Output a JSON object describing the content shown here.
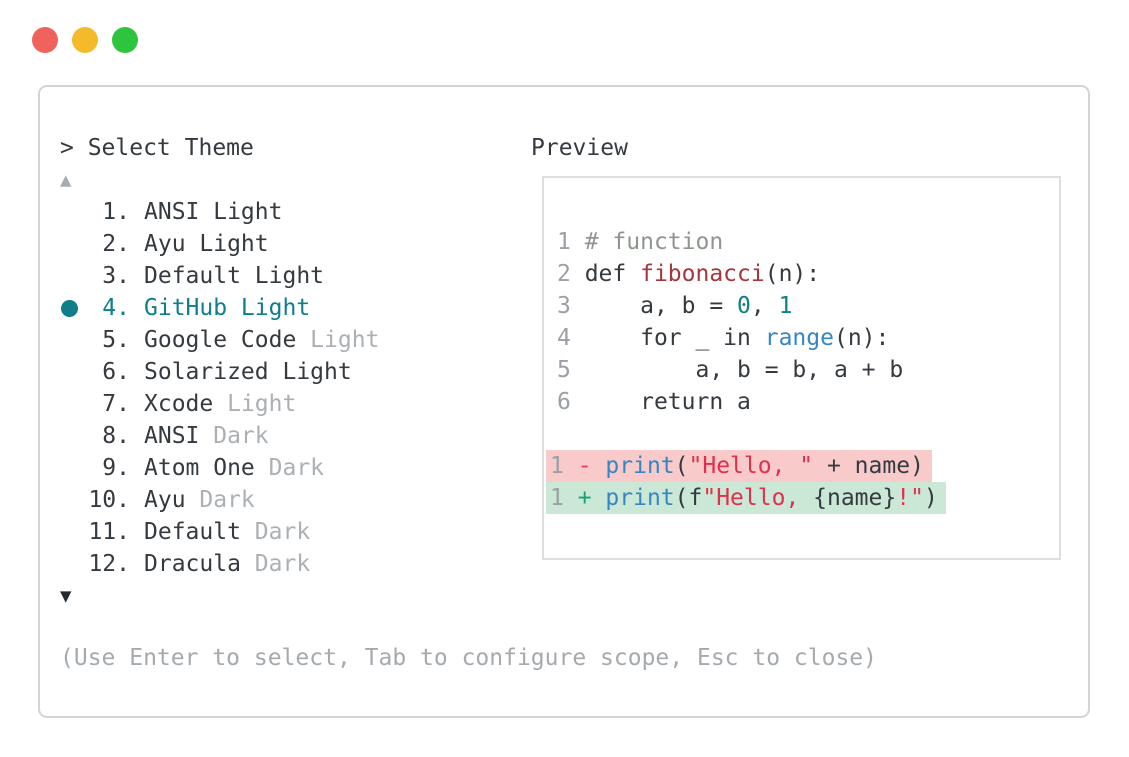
{
  "colors": {
    "text": "#343a40",
    "muted": "#abb0b5",
    "gutter": "#9aa0a6",
    "comment": "#8e968e",
    "func": "#a4373e",
    "number": "#0e7e88",
    "builtin": "#3586c5",
    "string": "#e0304e",
    "accent": "#0e7e88",
    "diff_minus_sign": "#db4150",
    "diff_plus_sign": "#18a077",
    "diff_minus_bg": "#f8caca",
    "diff_plus_bg": "#cbe8d6",
    "traffic_red": "#f0635c",
    "traffic_yellow": "#f4ba2c",
    "traffic_green": "#2dc53e"
  },
  "window": {
    "prompt": "> Select Theme",
    "scroll_up_icon": "▲",
    "scroll_down_icon": "▼",
    "footer_hint": "(Use Enter to select, Tab to configure scope, Esc to close)"
  },
  "theme_list": {
    "items": [
      {
        "number": "1.",
        "primary": "ANSI Light",
        "muted": "",
        "selected": false
      },
      {
        "number": "2.",
        "primary": "Ayu Light",
        "muted": "",
        "selected": false
      },
      {
        "number": "3.",
        "primary": "Default Light",
        "muted": "",
        "selected": false
      },
      {
        "number": "4.",
        "primary": "GitHub Light",
        "muted": "",
        "selected": true
      },
      {
        "number": "5.",
        "primary": "Google Code",
        "muted": "Light",
        "selected": false
      },
      {
        "number": "6.",
        "primary": "Solarized Light",
        "muted": "",
        "selected": false
      },
      {
        "number": "7.",
        "primary": "Xcode",
        "muted": "Light",
        "selected": false
      },
      {
        "number": "8.",
        "primary": "ANSI",
        "muted": "Dark",
        "selected": false
      },
      {
        "number": "9.",
        "primary": "Atom One",
        "muted": "Dark",
        "selected": false
      },
      {
        "number": "10.",
        "primary": "Ayu",
        "muted": "Dark",
        "selected": false
      },
      {
        "number": "11.",
        "primary": "Default",
        "muted": "Dark",
        "selected": false
      },
      {
        "number": "12.",
        "primary": "Dracula",
        "muted": "Dark",
        "selected": false
      }
    ]
  },
  "preview": {
    "label": "Preview",
    "code_lines": [
      {
        "gutter": "1",
        "tokens": [
          {
            "t": "# function",
            "c": "comment"
          }
        ]
      },
      {
        "gutter": "2",
        "tokens": [
          {
            "t": "def ",
            "c": "text"
          },
          {
            "t": "fibonacci",
            "c": "func"
          },
          {
            "t": "(n):",
            "c": "text"
          }
        ]
      },
      {
        "gutter": "3",
        "tokens": [
          {
            "t": "    a, b = ",
            "c": "text"
          },
          {
            "t": "0",
            "c": "number"
          },
          {
            "t": ", ",
            "c": "text"
          },
          {
            "t": "1",
            "c": "number"
          }
        ]
      },
      {
        "gutter": "4",
        "tokens": [
          {
            "t": "    for _ in ",
            "c": "text"
          },
          {
            "t": "range",
            "c": "builtin"
          },
          {
            "t": "(n):",
            "c": "text"
          }
        ]
      },
      {
        "gutter": "5",
        "tokens": [
          {
            "t": "        a, b = b, a + b",
            "c": "text"
          }
        ]
      },
      {
        "gutter": "6",
        "tokens": [
          {
            "t": "    return a",
            "c": "text"
          }
        ]
      }
    ],
    "diff_lines": [
      {
        "gutter": "1",
        "sign": "-",
        "kind": "minus",
        "tokens": [
          {
            "t": "print",
            "c": "builtin"
          },
          {
            "t": "(",
            "c": "text"
          },
          {
            "t": "\"Hello, \"",
            "c": "string"
          },
          {
            "t": " + name)",
            "c": "text"
          }
        ]
      },
      {
        "gutter": "1",
        "sign": "+",
        "kind": "plus",
        "tokens": [
          {
            "t": "print",
            "c": "builtin"
          },
          {
            "t": "(f",
            "c": "text"
          },
          {
            "t": "\"Hello, ",
            "c": "string"
          },
          {
            "t": "{name}",
            "c": "text"
          },
          {
            "t": "!\"",
            "c": "string"
          },
          {
            "t": ")",
            "c": "text"
          }
        ]
      }
    ]
  }
}
